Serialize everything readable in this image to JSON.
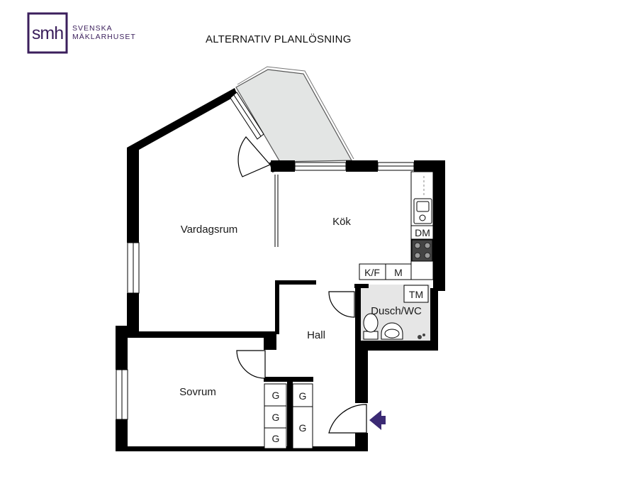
{
  "brand": {
    "mark": "smh",
    "line1": "SVENSKA",
    "line2": "MÄKLARHUSET",
    "color": "#3b1f5c"
  },
  "title": "ALTERNATIV PLANLÖSNING",
  "rooms": {
    "living_room": "Vardagsrum",
    "kitchen": "Kök",
    "hall": "Hall",
    "bathroom": "Dusch/WC",
    "bedroom": "Sovrum"
  },
  "fixtures": {
    "dishwasher": "DM",
    "fridge_freezer": "K/F",
    "microwave": "M",
    "dryer": "TM",
    "wardrobe": "G"
  },
  "colors": {
    "wall": "#000000",
    "balcony": "#e3e5e4",
    "bathroom_floor": "#e6e6e6",
    "entrance_arrow": "#3b2a74"
  },
  "icons": [
    "entrance-arrow-icon",
    "sink-icon",
    "stove-icon",
    "toilet-icon",
    "washbasin-icon"
  ]
}
